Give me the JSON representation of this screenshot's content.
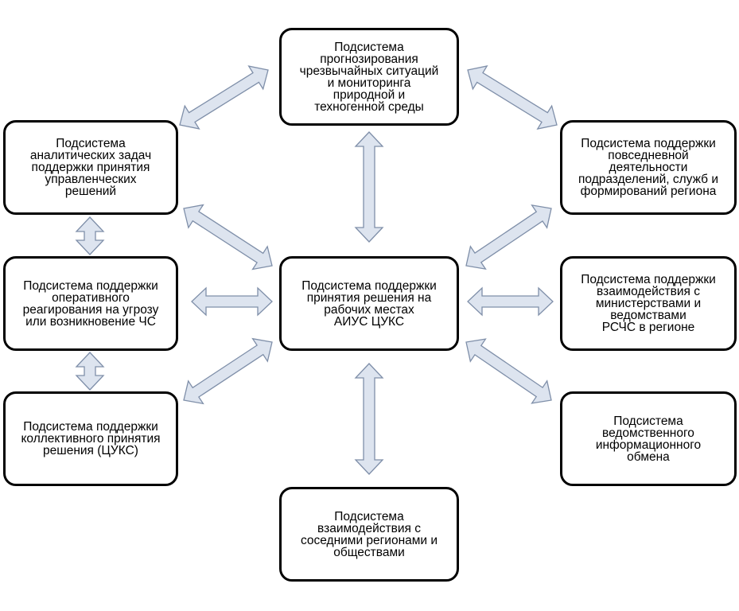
{
  "diagram": {
    "nodes": {
      "top": "Подсистема\nпрогнозирования\nчрезвычайных ситуаций\nи мониторинга\nприродной и\nтехногенной среды",
      "left1": "Подсистема\nаналитических задач\nподдержки принятия\nуправленческих\nрешений",
      "left2": "Подсистема поддержки\nоперативного\nреагирования на угрозу\nили возникновение ЧС",
      "left3": "Подсистема поддержки\nколлективного принятия\nрешения (ЦУКС)",
      "center": "Подсистема поддержки\nпринятия решения на\nрабочих местах\nАИУС ЦУКС",
      "right1": "Подсистема поддержки\nповседневной\nдеятельности\nподразделений, служб и\nформирований региона",
      "right2": "Подсистема поддержки\nвзаимодействия с\nминистерствами и\nведомствами\nРСЧС в регионе",
      "right3": "Подсистема\nведомственного\nинформационного\nобмена",
      "bottom": "Подсистема\nвзаимодействия с\nсоседними регионами и\nобществами"
    },
    "connections": [
      {
        "from": "top",
        "to": "left1"
      },
      {
        "from": "top",
        "to": "right1"
      },
      {
        "from": "top",
        "to": "center"
      },
      {
        "from": "left1",
        "to": "left2"
      },
      {
        "from": "left2",
        "to": "left3"
      },
      {
        "from": "left1",
        "to": "center"
      },
      {
        "from": "left2",
        "to": "center"
      },
      {
        "from": "left3",
        "to": "center"
      },
      {
        "from": "right1",
        "to": "center"
      },
      {
        "from": "right2",
        "to": "center"
      },
      {
        "from": "right3",
        "to": "center"
      },
      {
        "from": "bottom",
        "to": "center"
      }
    ],
    "colors": {
      "arrow_fill": "#dde4ef",
      "arrow_stroke": "#7f8fa9",
      "box_border": "#000000"
    }
  }
}
